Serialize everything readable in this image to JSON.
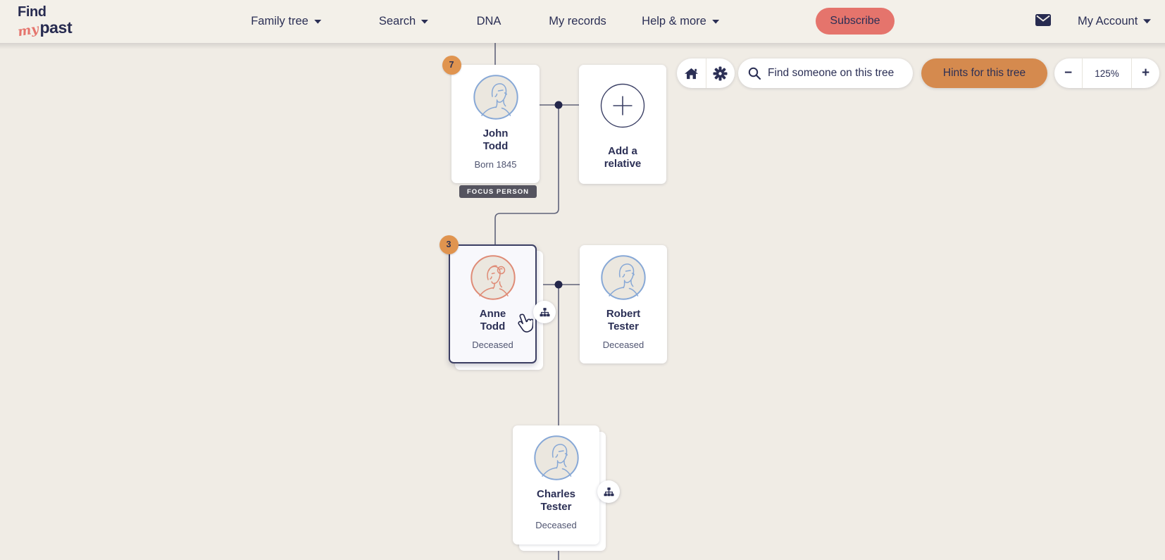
{
  "brand": {
    "word1": "Find",
    "word2": "my",
    "word3": "past"
  },
  "nav": {
    "family_tree": "Family tree",
    "search": "Search",
    "dna": "DNA",
    "my_records": "My records",
    "help_more": "Help & more",
    "subscribe": "Subscribe",
    "my_account": "My Account"
  },
  "toolbar": {
    "search_placeholder": "Find someone on this tree",
    "hints_label": "Hints for this tree",
    "zoom_level": "125%",
    "zoom_out": "−",
    "zoom_in": "+"
  },
  "people": {
    "john": {
      "first": "John",
      "last": "Todd",
      "detail": "Born 1845",
      "badge": "7",
      "tag": "FOCUS PERSON"
    },
    "add": {
      "label": "Add a relative"
    },
    "anne": {
      "first": "Anne",
      "last": "Todd",
      "detail": "Deceased",
      "badge": "3"
    },
    "robert": {
      "first": "Robert",
      "last": "Tester",
      "detail": "Deceased"
    },
    "charles": {
      "first": "Charles",
      "last": "Tester",
      "detail": "Deceased"
    }
  },
  "colors": {
    "navy_text": "#2b2f55",
    "coral_subscribe": "#e5746c",
    "orange_hints": "#d58a4e",
    "orange_badge": "#e0944f",
    "canvas_bg": "#f0ece5",
    "nav_bg": "#f3f0e9",
    "focus_tag_bg": "#55545f",
    "male_avatar_stroke": "#87a8d6",
    "female_avatar_stroke": "#df8b76",
    "connector_line": "#60637a"
  }
}
